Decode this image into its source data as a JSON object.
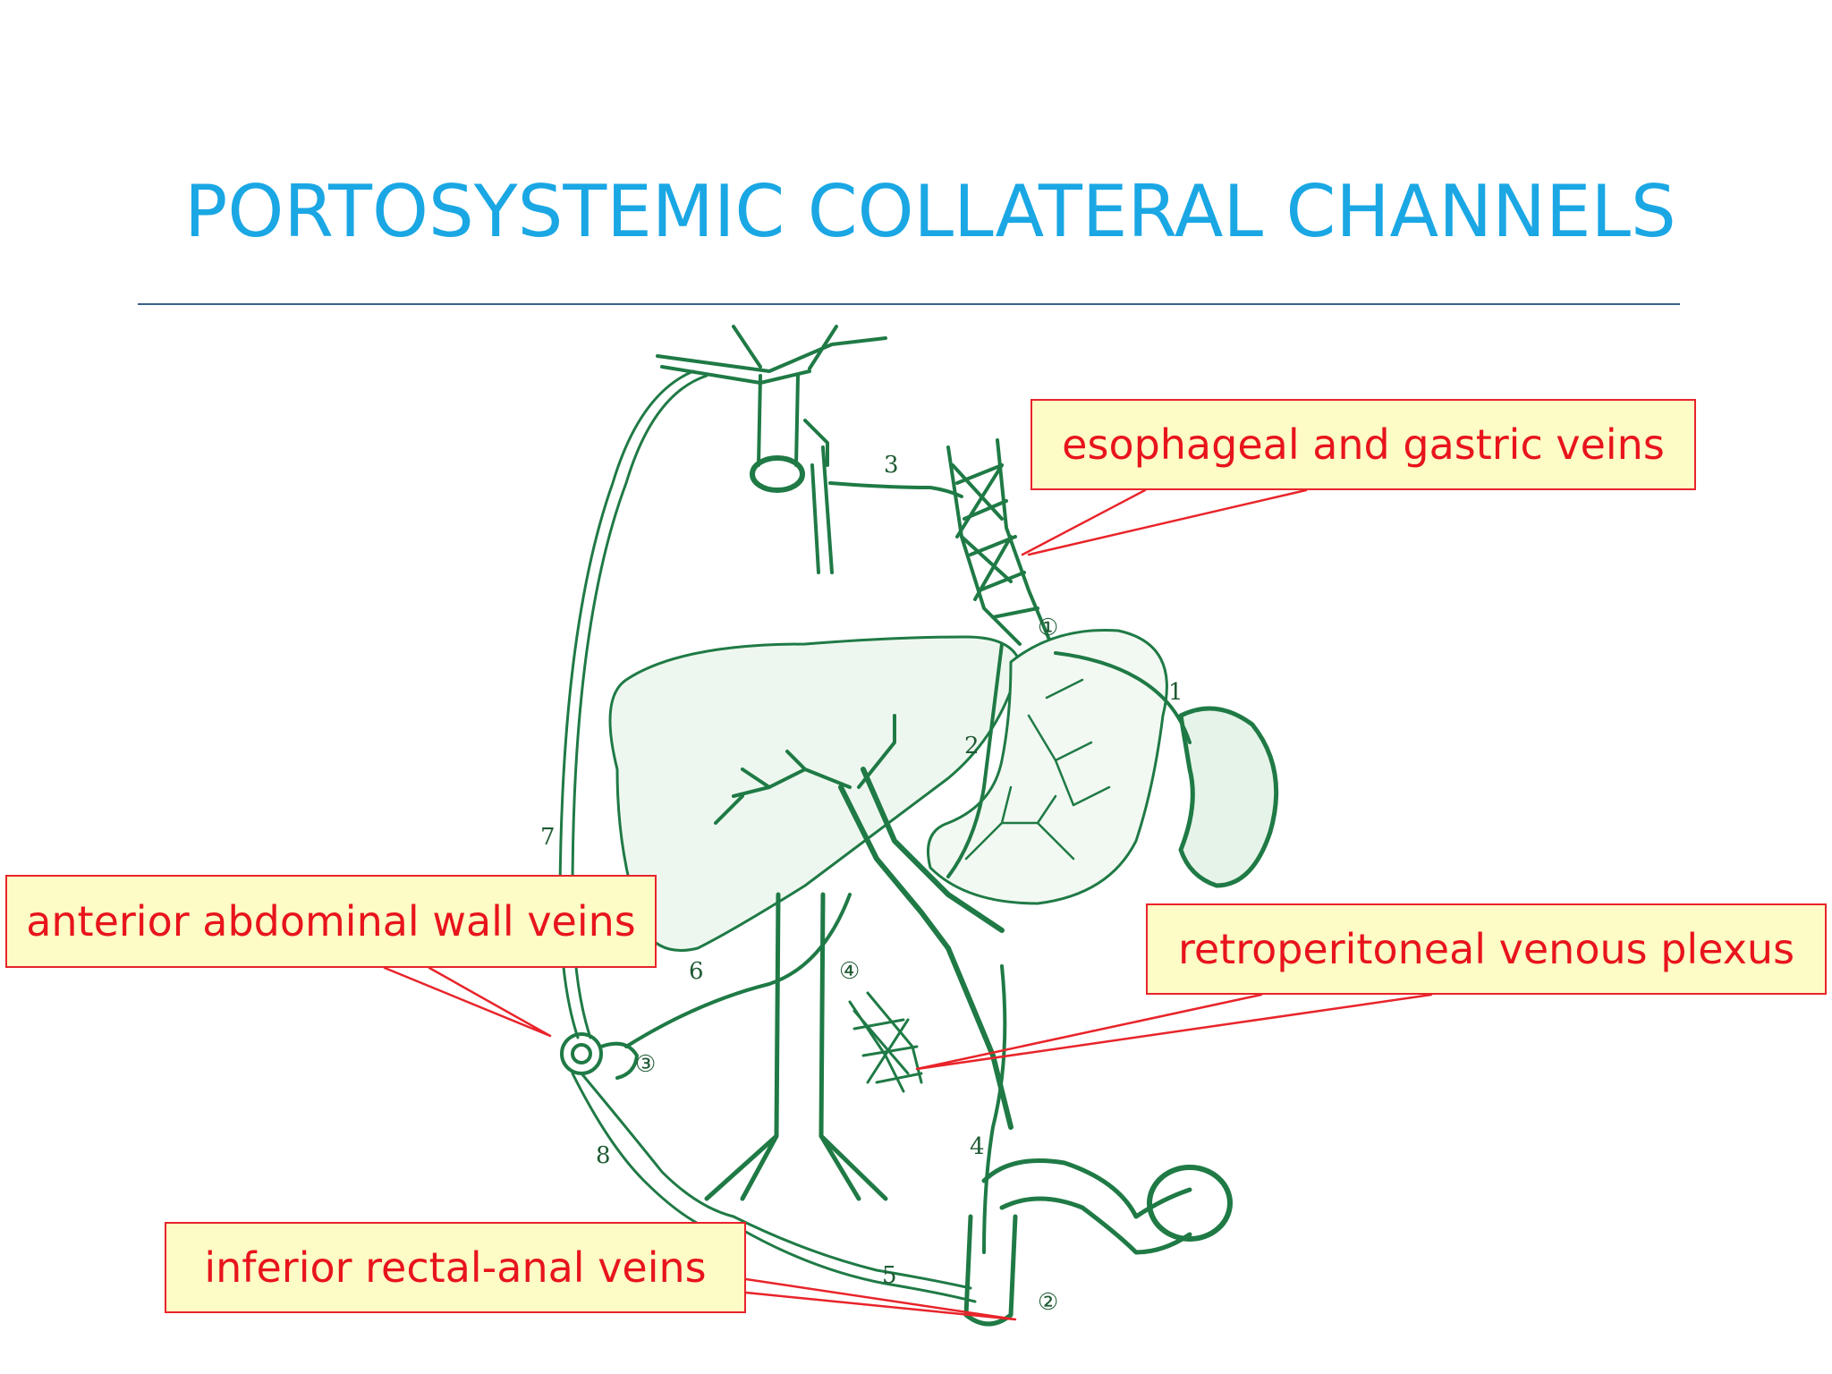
{
  "slide": {
    "title": "PORTOSYSTEMIC COLLATERAL CHANNELS"
  },
  "callouts": {
    "esophageal": "esophageal and gastric veins",
    "anterior": "anterior abdominal wall veins",
    "retroperitoneal": "retroperitoneal venous plexus",
    "rectal": "inferior rectal-anal veins"
  },
  "diagram_labels": {
    "vessel_1": "1",
    "vessel_2": "2",
    "vessel_3": "3",
    "vessel_4": "4",
    "vessel_5": "5",
    "vessel_6": "6",
    "vessel_7": "7",
    "vessel_8": "8",
    "site_1": "①",
    "site_2": "②",
    "site_3": "③",
    "site_4": "④"
  },
  "colors": {
    "title": "#1aa7e4",
    "vein_green": "#1f7a45",
    "callout_fill": "#fdfbc6",
    "callout_text": "#e8141c"
  }
}
